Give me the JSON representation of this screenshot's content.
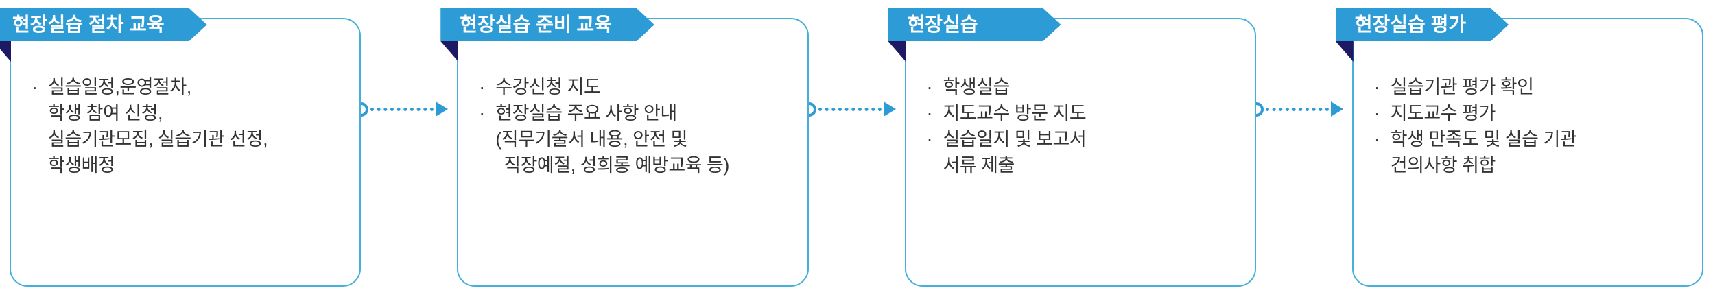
{
  "colors": {
    "ribbon_blue": "#2D9BD6",
    "ribbon_fold_navy": "#1D1A63",
    "card_border": "#45B0DA",
    "connector_blue": "#2D9BD6",
    "body_text": "#333333",
    "ribbon_text": "#FFFFFF",
    "background": "#FFFFFF"
  },
  "bullet_char": "·",
  "steps": [
    {
      "title": "현장실습 절차 교육",
      "lines": [
        {
          "bullet": true,
          "indent": 0,
          "text": "실습일정,운영절차,"
        },
        {
          "bullet": false,
          "indent": 1,
          "text": "학생 참여 신청,"
        },
        {
          "bullet": false,
          "indent": 1,
          "text": "실습기관모집, 실습기관 선정,"
        },
        {
          "bullet": false,
          "indent": 1,
          "text": "학생배정"
        }
      ]
    },
    {
      "title": "현장실습 준비 교육",
      "lines": [
        {
          "bullet": true,
          "indent": 0,
          "text": "수강신청 지도"
        },
        {
          "bullet": true,
          "indent": 0,
          "text": "현장실습 주요 사항 안내"
        },
        {
          "bullet": false,
          "indent": 1,
          "text": "(직무기술서 내용, 안전 및"
        },
        {
          "bullet": false,
          "indent": 2,
          "text": "직장예절, 성희롱 예방교육 등)"
        }
      ]
    },
    {
      "title": "현장실습",
      "lines": [
        {
          "bullet": true,
          "indent": 0,
          "text": "학생실습"
        },
        {
          "bullet": true,
          "indent": 0,
          "text": "지도교수 방문 지도"
        },
        {
          "bullet": true,
          "indent": 0,
          "text": "실습일지 및 보고서"
        },
        {
          "bullet": false,
          "indent": 1,
          "text": "서류 제출"
        }
      ]
    },
    {
      "title": "현장실습 평가",
      "lines": [
        {
          "bullet": true,
          "indent": 0,
          "text": "실습기관 평가 확인"
        },
        {
          "bullet": true,
          "indent": 0,
          "text": "지도교수 평가"
        },
        {
          "bullet": true,
          "indent": 0,
          "text": "학생 만족도 및 실습 기관"
        },
        {
          "bullet": false,
          "indent": 1,
          "text": "건의사항 취합"
        }
      ]
    }
  ]
}
